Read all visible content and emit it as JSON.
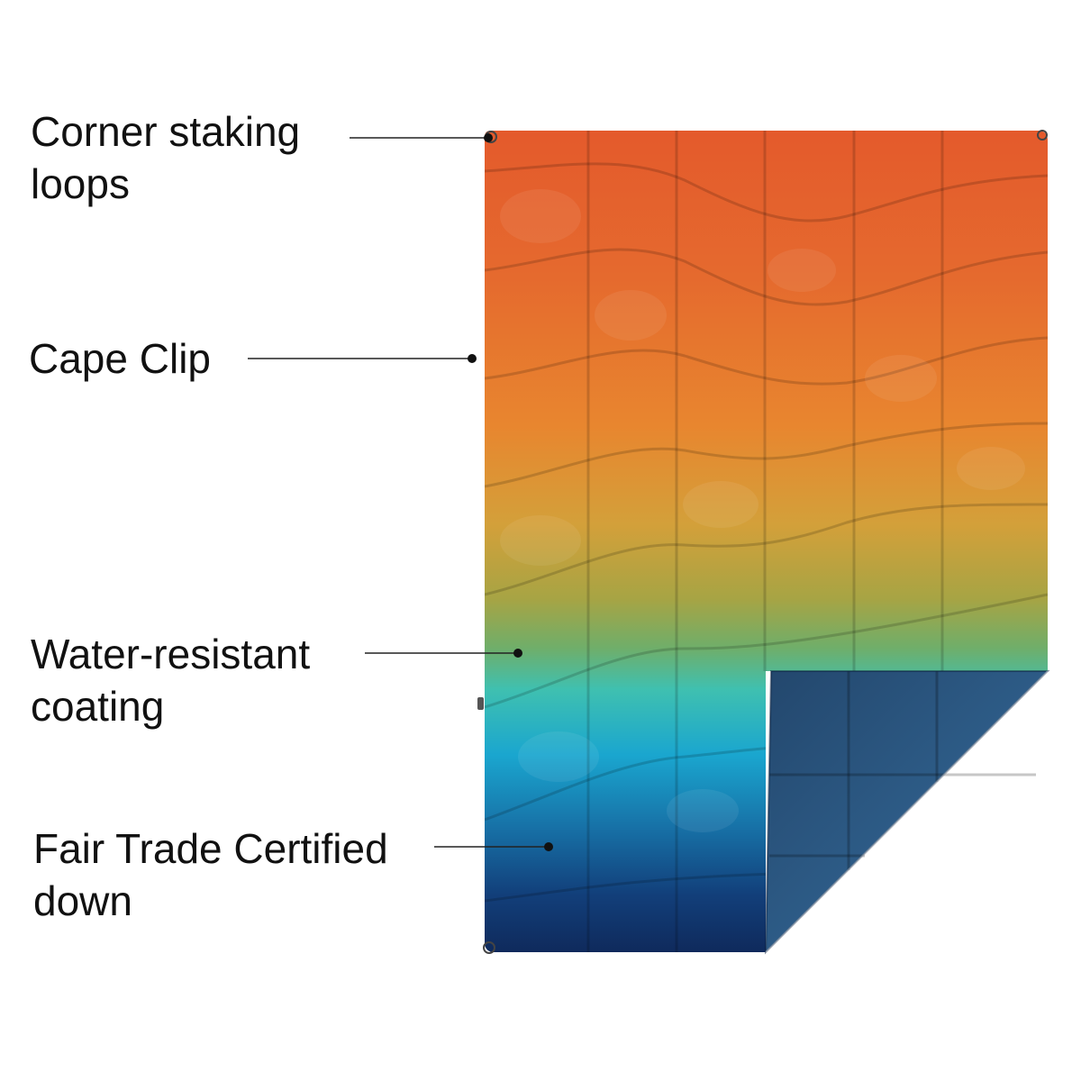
{
  "callouts": [
    {
      "line1": "Corner staking",
      "line2": "loops"
    },
    {
      "line1": "Cape Clip",
      "line2": ""
    },
    {
      "line1": "Water-resistant",
      "line2": "coating"
    },
    {
      "line1": "Fair Trade Certified",
      "line2": "down"
    }
  ],
  "colors": {
    "background": "#ffffff",
    "text": "#111111",
    "gradient_top": "#e45a2c",
    "gradient_mid_orange": "#e8862f",
    "gradient_mid_yellow": "#c9a23c",
    "gradient_green": "#8a9a4a",
    "gradient_teal": "#3fc0b0",
    "gradient_blue": "#1aa6cf",
    "gradient_navy": "#0f2a5c",
    "underside": "#2c5680",
    "underside_dark": "#1e3f63"
  }
}
